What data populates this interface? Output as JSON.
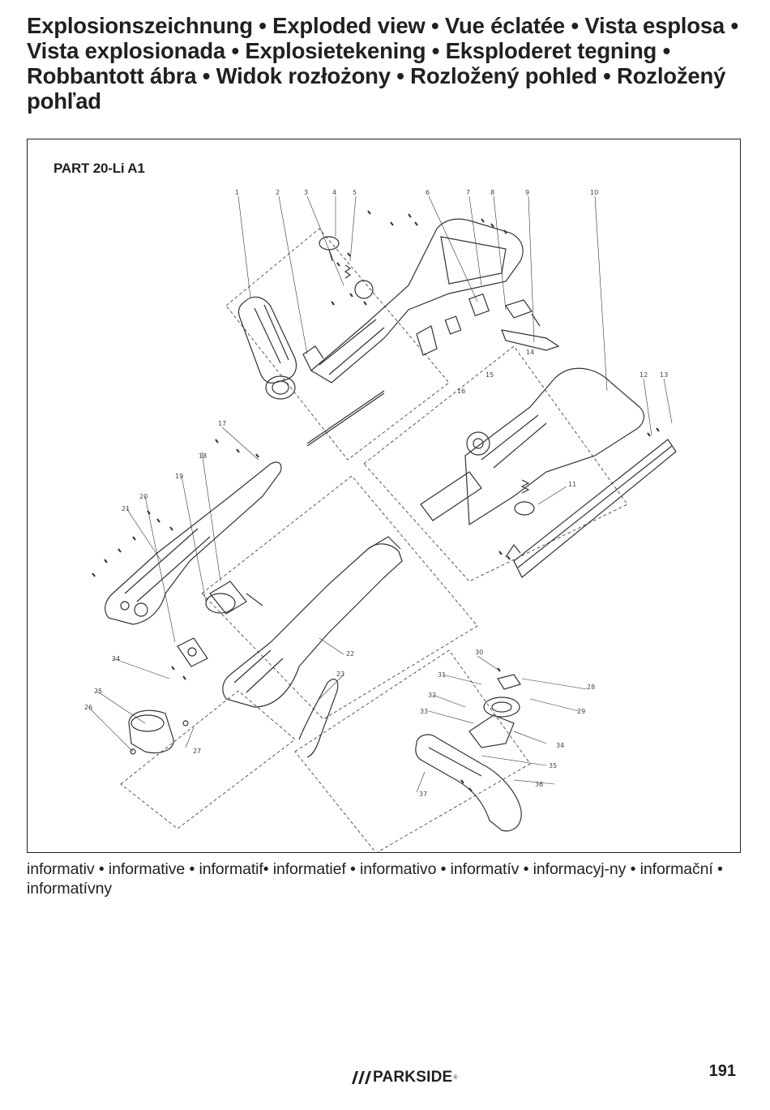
{
  "heading": "Explosionszeichnung • Exploded view • Vue éclatée • Vista esplosa • Vista explosionada • Explosietekening • Eksploderet tegning • Robbantott ábra • Widok rozłożony • Rozložený pohled • Rozložený pohľad",
  "figure": {
    "part_label": "PART 20-Li A1",
    "callouts": [
      "1",
      "2",
      "3",
      "4",
      "5",
      "6",
      "7",
      "8",
      "9",
      "10",
      "11",
      "12",
      "13",
      "14",
      "15",
      "16",
      "17",
      "18",
      "19",
      "20",
      "21",
      "22",
      "23",
      "24",
      "25",
      "26",
      "27",
      "28",
      "29",
      "30",
      "31",
      "32",
      "33",
      "34",
      "35",
      "36",
      "37"
    ]
  },
  "note": "informativ • informative • informatif• informatief • informativo • informatív • informacyj-ny • informační • informatívny",
  "footer": {
    "logo_text": "PARKSIDE",
    "logo_reg": "®",
    "page_number": "191"
  }
}
